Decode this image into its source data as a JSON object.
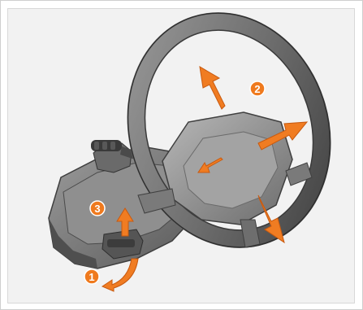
{
  "callouts": {
    "tilt_lever_label": "1",
    "tilt_height_label": "2",
    "lock_lever_label": "3"
  },
  "colors": {
    "arrow": "#f07c22",
    "badge": "#ef7a1e",
    "background": "#f2f2f2",
    "wheel_dark": "#4a4a4a",
    "wheel_mid": "#8a8a8a",
    "wheel_light": "#b4b4b4"
  }
}
